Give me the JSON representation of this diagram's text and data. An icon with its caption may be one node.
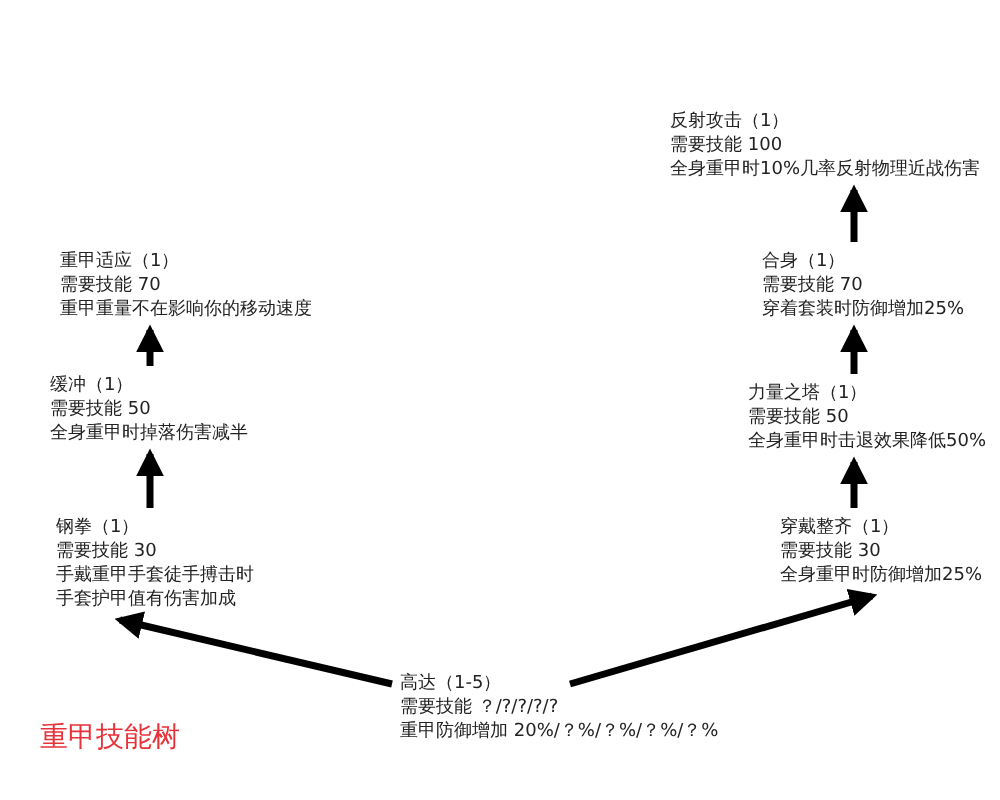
{
  "diagram": {
    "title": "重甲技能树",
    "nodes": [
      {
        "text": [
          "高达（1-5）",
          "需要技能 ？/?/?/?/?",
          "重甲防御增加 20%/？%/？%/？%/？%"
        ]
      },
      {
        "text": [
          "钢拳（1）",
          "需要技能 30",
          "手戴重甲手套徒手搏击时手套护甲值有伤害加成"
        ]
      },
      {
        "text": [
          "缓冲（1）",
          "需要技能 50",
          "全身重甲时掉落伤害减半"
        ]
      },
      {
        "text": [
          "重甲适应（1）",
          "需要技能 70",
          "重甲重量不在影响你的移动速度"
        ]
      },
      {
        "text": [
          "穿戴整齐（1）",
          "需要技能 30",
          "全身重甲时防御增加25%"
        ]
      },
      {
        "text": [
          "力量之塔（1）",
          "需要技能 50",
          "全身重甲时击退效果降低50%"
        ]
      },
      {
        "text": [
          "合身（1）",
          "需要技能 70",
          "穿着套装时防御增加25%"
        ]
      },
      {
        "text": [
          "反射攻击（1）",
          "需要技能 100",
          "全身重甲时10%几率反射物理近战伤害"
        ]
      }
    ],
    "edges": [
      {
        "from": 0,
        "to": 1,
        "arrow": "to"
      },
      {
        "from": 1,
        "to": 2,
        "arrow": "to"
      },
      {
        "from": 2,
        "to": 3,
        "arrow": "to"
      },
      {
        "from": 0,
        "to": 4,
        "arrow": "to"
      },
      {
        "from": 4,
        "to": 5,
        "arrow": "to"
      },
      {
        "from": 5,
        "to": 6,
        "arrow": "to"
      },
      {
        "from": 6,
        "to": 7,
        "arrow": "to"
      }
    ]
  }
}
